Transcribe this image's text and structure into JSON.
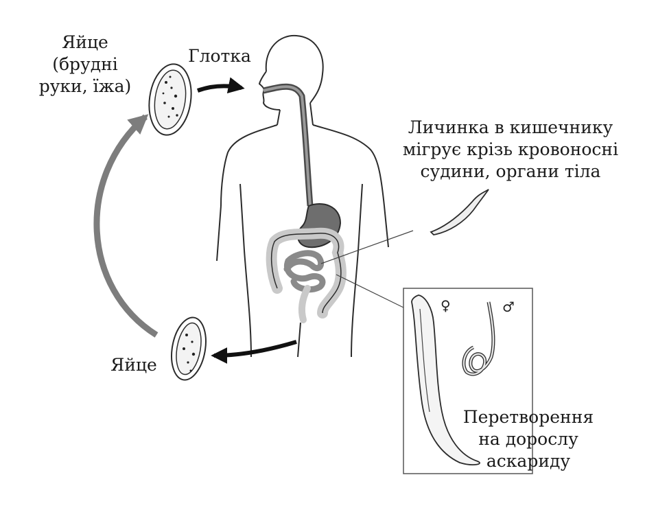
{
  "labels": {
    "egg_top": [
      "Яйце",
      "(брудні",
      "руки, їжа)"
    ],
    "pharynx": "Глотка",
    "larva": [
      "Личинка в кишечнику",
      "мігрує крізь кровоносні",
      "судини, органи тіла"
    ],
    "egg_bottom": "Яйце",
    "adult": [
      "Перетворення",
      "на дорослу",
      "аскариду"
    ],
    "female_symbol": "♀",
    "male_symbol": "♂"
  },
  "colors": {
    "outline": "#2b2b2b",
    "cycle_arrow": "#7d7d7d",
    "stomach": "#6e6e6e",
    "intestine_dark": "#8a8a8a",
    "intestine_light": "#c9c9c9"
  }
}
